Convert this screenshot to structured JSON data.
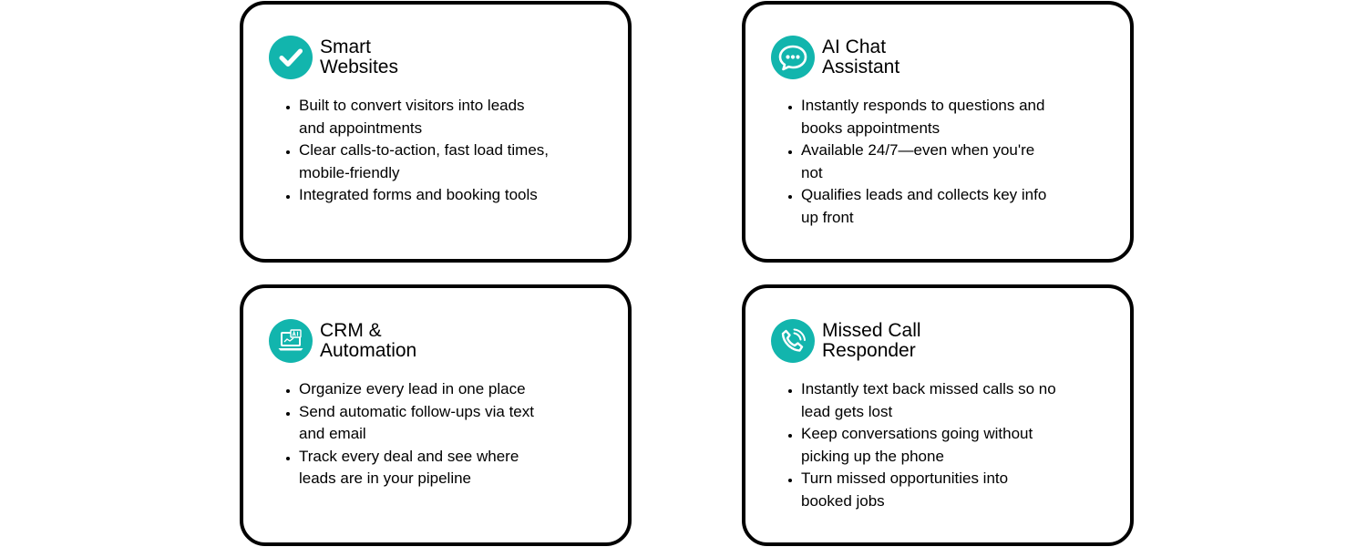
{
  "accent_color": "#12b5ad",
  "cards": [
    {
      "title_line1": "Smart",
      "title_line2": "Websites",
      "icon": "checkmark-icon",
      "items": [
        "Built to convert visitors into leads and appointments",
        "Clear calls-to-action, fast load times, mobile-friendly",
        "Integrated forms and booking tools"
      ]
    },
    {
      "title_line1": "AI Chat",
      "title_line2": "Assistant",
      "icon": "chat-bubble-icon",
      "items": [
        "Instantly responds to questions and books appointments",
        "Available 24/7—even when you're not",
        "Qualifies leads and collects key info up front"
      ]
    },
    {
      "title_line1": "CRM &",
      "title_line2": "Automation",
      "icon": "laptop-ai-icon",
      "items": [
        "Organize every lead in one place",
        "Send automatic follow-ups via text and email",
        "Track every deal and see where leads are in your pipeline"
      ]
    },
    {
      "title_line1": "Missed Call",
      "title_line2": "Responder",
      "icon": "phone-icon",
      "items": [
        "Instantly text back missed calls so no lead gets lost",
        "Keep conversations going without picking up the phone",
        "Turn missed opportunities into booked jobs"
      ]
    }
  ]
}
